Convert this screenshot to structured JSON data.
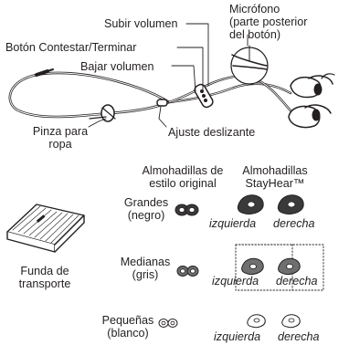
{
  "callouts": {
    "vol_up": "Subir volumen",
    "answer_end": "Botón Contestar/Terminar",
    "vol_down": "Bajar volumen",
    "mic_line1": "Micrófono",
    "mic_line2": "(parte posterior",
    "mic_line3": "del botón)",
    "clip_line1": "Pinza para",
    "clip_line2": "ropa",
    "slider": "Ajuste deslizante"
  },
  "tips": {
    "original_header_line1": "Almohadillas de",
    "original_header_line2": "estilo original",
    "stayhear_header_line1": "Almohadillas",
    "stayhear_header_line2": "StayHear™",
    "left": "izquierda",
    "right": "derecha",
    "sizes": [
      {
        "line1": "Grandes",
        "line2": "(negro)",
        "color": "#3a3a3a"
      },
      {
        "line1": "Medianas",
        "line2": "(gris)",
        "color": "#6f6f6f"
      },
      {
        "line1": "Pequeñas",
        "line2": "(blanco)",
        "color": "#ffffff"
      }
    ]
  },
  "case": {
    "line1": "Funda de",
    "line2": "transporte"
  }
}
